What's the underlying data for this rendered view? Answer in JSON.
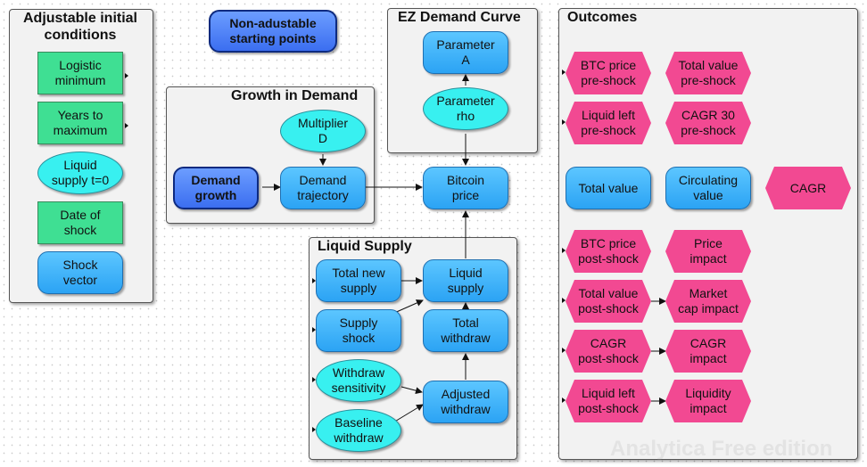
{
  "frames": {
    "initial": "Adjustable initial\nconditions",
    "growth": "Growth in Demand",
    "ez": "EZ Demand Curve",
    "liquid": "Liquid Supply",
    "outcomes": "Outcomes"
  },
  "nodes": {
    "logistic_min": "Logistic\nminimum",
    "years_to_max": "Years to\nmaximum",
    "liquid_supply_t0": "Liquid\nsupply t=0",
    "date_of_shock": "Date of\nshock",
    "shock_vector": "Shock\nvector",
    "non_adjustable": "Non-adustable\nstarting points",
    "multiplier_d": "Multiplier\nD",
    "demand_growth": "Demand\ngrowth",
    "demand_trajectory": "Demand\ntrajectory",
    "parameter_a": "Parameter\nA",
    "parameter_rho": "Parameter\nrho",
    "bitcoin_price": "Bitcoin\nprice",
    "total_new_supply": "Total new\nsupply",
    "liquid_supply": "Liquid\nsupply",
    "supply_shock": "Supply\nshock",
    "total_withdraw": "Total\nwithdraw",
    "withdraw_sensitivity": "Withdraw\nsensitivity",
    "adjusted_withdraw": "Adjusted\nwithdraw",
    "baseline_withdraw": "Baseline\nwithdraw",
    "btc_price_pre": "BTC price\npre-shock",
    "total_value_pre": "Total value\npre-shock",
    "liquid_left_pre": "Liquid left\npre-shock",
    "cagr30_pre": "CAGR 30\npre-shock",
    "total_value": "Total value",
    "circulating_value": "Circulating\nvalue",
    "cagr": "CAGR",
    "btc_price_post": "BTC price\npost-shock",
    "price_impact": "Price\nimpact",
    "total_value_post": "Total value\npost-shock",
    "market_cap_impact": "Market\ncap impact",
    "cagr_post": "CAGR\npost-shock",
    "cagr_impact": "CAGR\nimpact",
    "liquid_left_post": "Liquid left\npost-shock",
    "liquidity_impact": "Liquidity\nimpact"
  },
  "watermark": "Analytica Free edition",
  "colors": {
    "module_fill": "#f2f2f2",
    "constant_fill": "#3fdf93",
    "chance_fill": "#38f0f0",
    "variable_fill": "#2ba3f4",
    "index_fill": "#3b6ef0",
    "objective_fill": "#f24992"
  }
}
